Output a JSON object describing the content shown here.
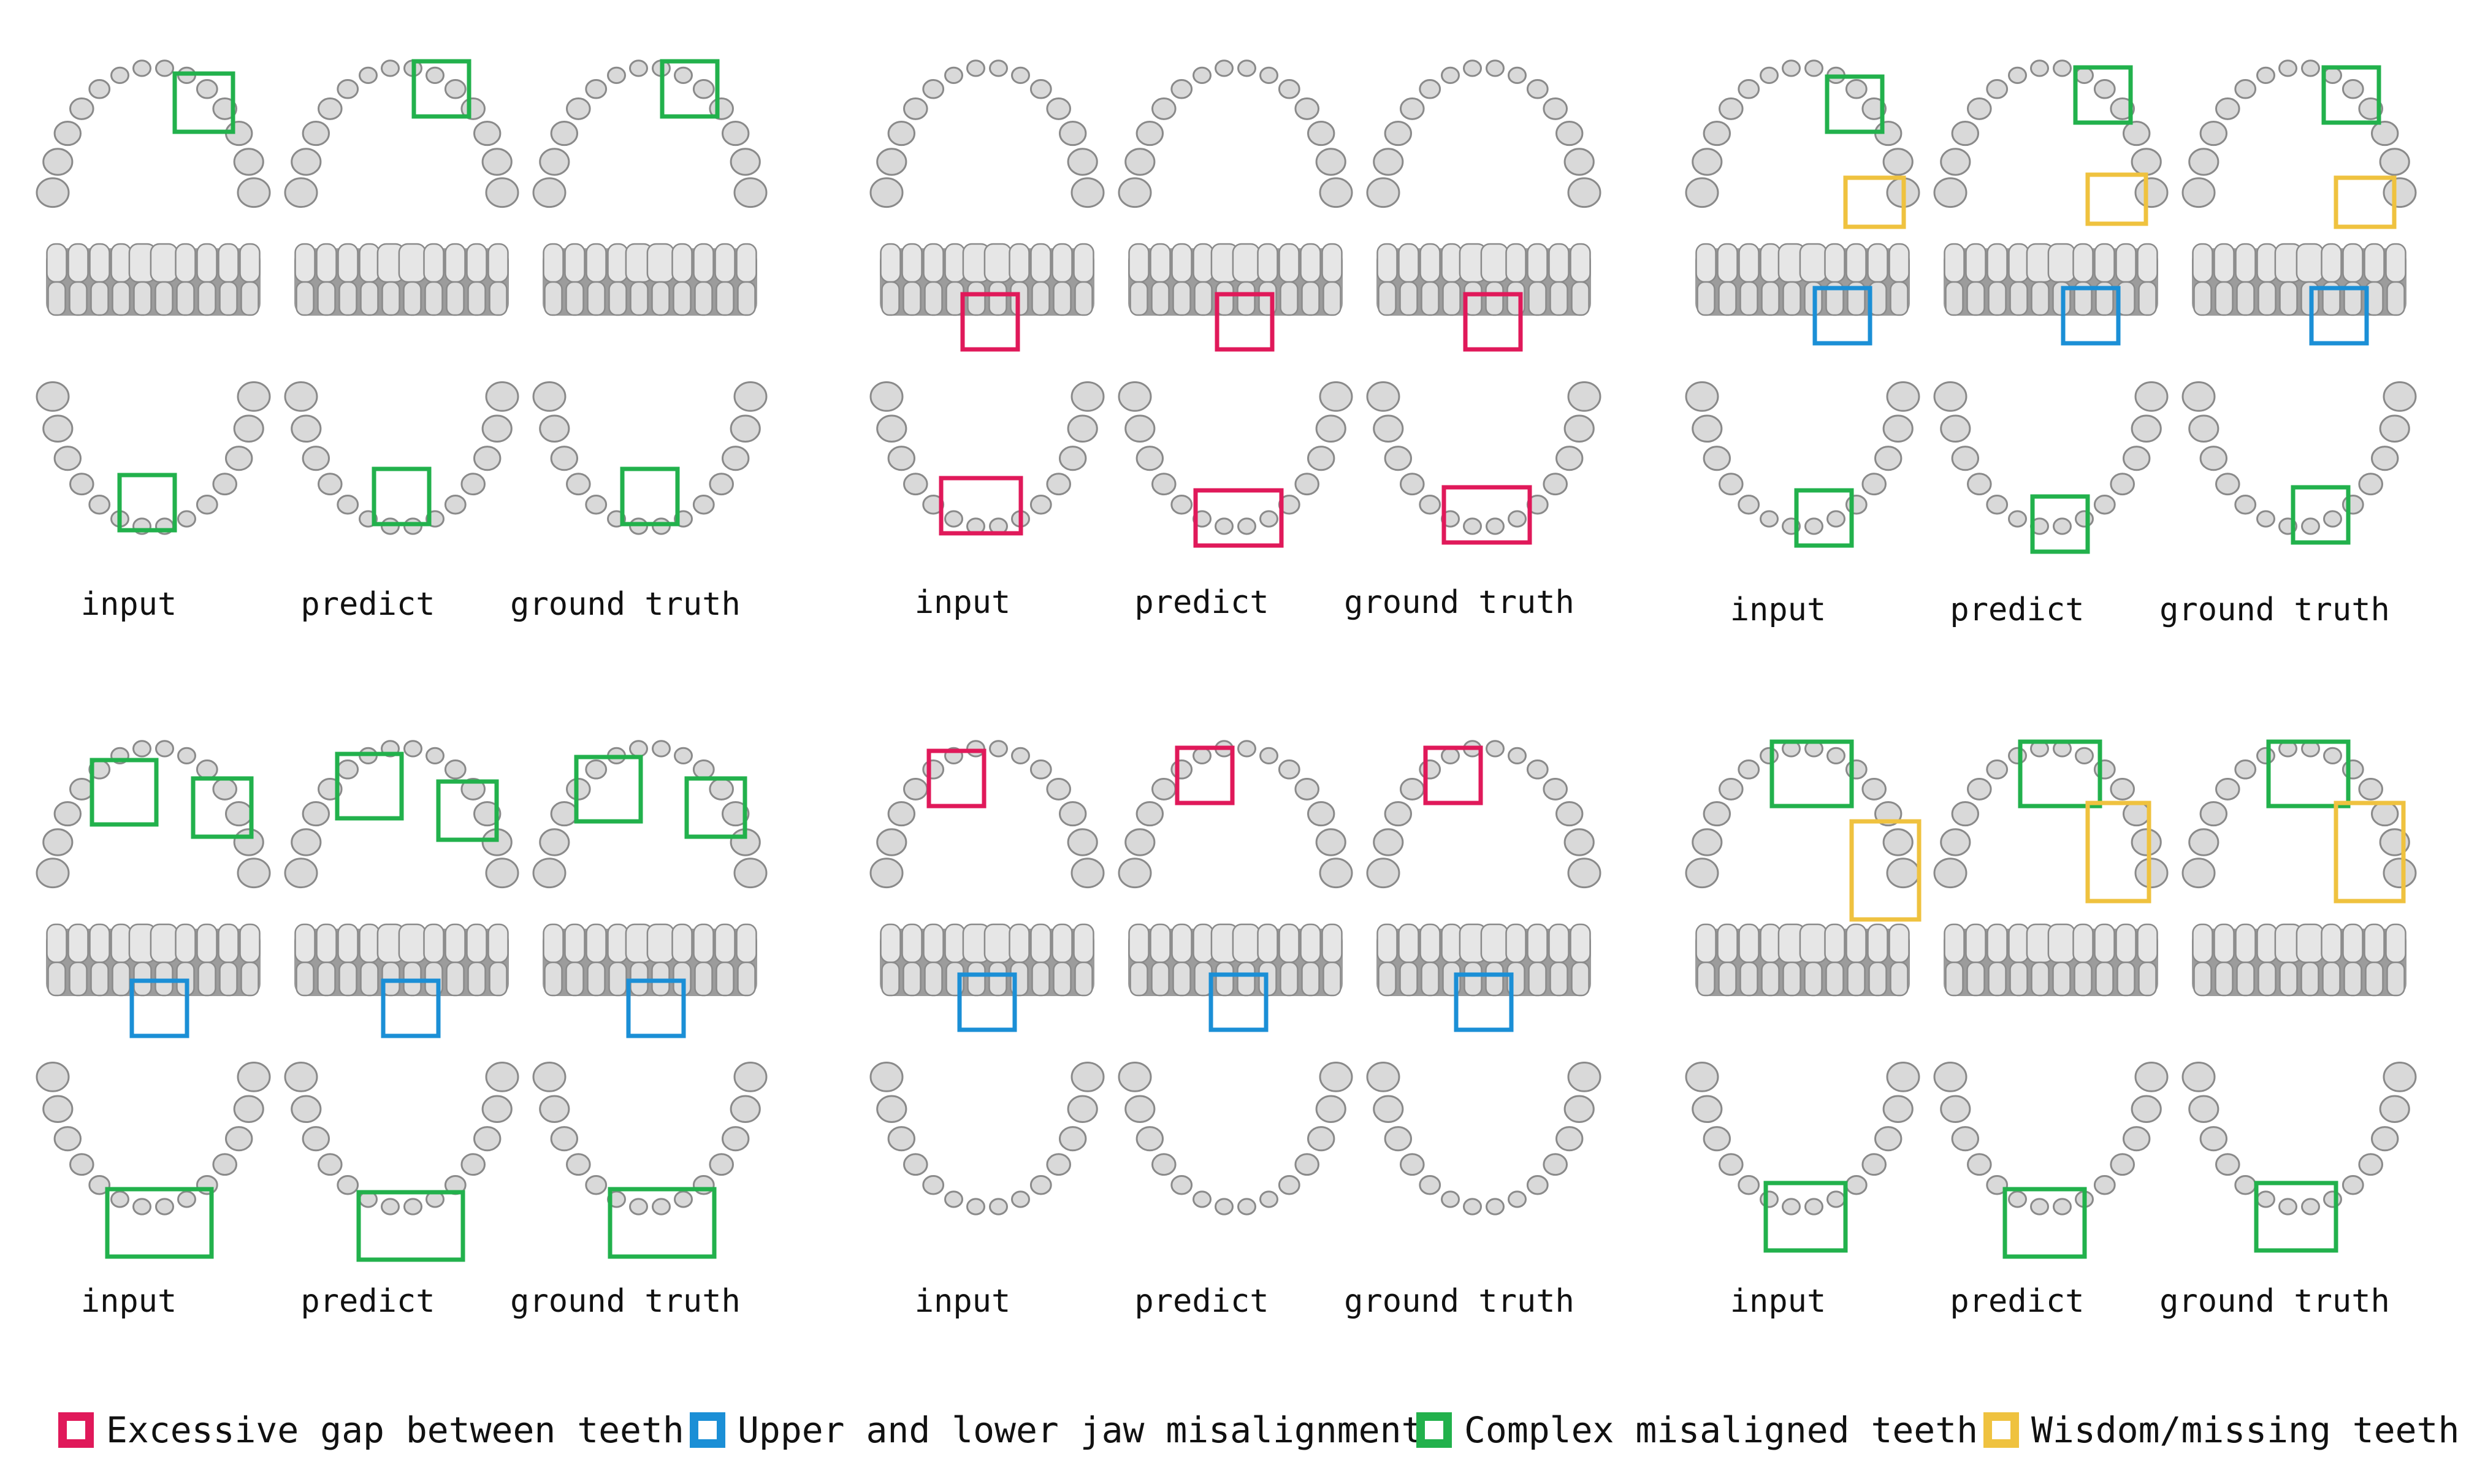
{
  "colors": {
    "gap": "#e0195a",
    "jaw": "#1b8fd6",
    "complex": "#22b14c",
    "wisdom": "#efc23f",
    "tooth_fill": "#d9d9d9",
    "tooth_stroke": "#8a8a8a"
  },
  "panels": [
    {
      "labels": [
        "input",
        "predict",
        "ground truth"
      ]
    },
    {
      "labels": [
        "input",
        "predict",
        "ground truth"
      ]
    },
    {
      "labels": [
        "input",
        "predict",
        "ground truth"
      ]
    },
    {
      "labels": [
        "input",
        "predict",
        "ground truth"
      ]
    },
    {
      "labels": [
        "input",
        "predict",
        "ground truth"
      ]
    },
    {
      "labels": [
        "input",
        "predict",
        "ground truth"
      ]
    }
  ],
  "legend": [
    {
      "key": "gap",
      "label": "Excessive gap between teeth"
    },
    {
      "key": "jaw",
      "label": "Upper and lower jaw misalignment"
    },
    {
      "key": "complex",
      "label": "Complex misaligned teeth"
    },
    {
      "key": "wisdom",
      "label": "Wisdom/missing teeth"
    }
  ]
}
